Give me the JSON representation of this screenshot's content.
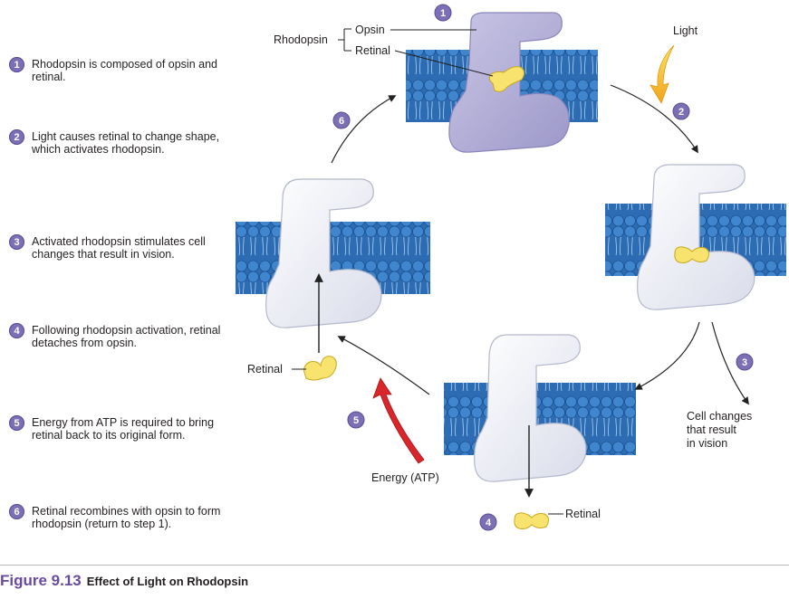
{
  "steps": [
    {
      "num": "1",
      "text": "Rhodopsin is composed of opsin and retinal."
    },
    {
      "num": "2",
      "text": "Light causes retinal to change shape, which activates rhodopsin."
    },
    {
      "num": "3",
      "text": "Activated rhodopsin stimulates cell changes that result in vision."
    },
    {
      "num": "4",
      "text": "Following rhodopsin activation, retinal detaches from opsin."
    },
    {
      "num": "5",
      "text": "Energy from ATP is required to bring retinal back to its original form."
    },
    {
      "num": "6",
      "text": "Retinal recombines with opsin to form rhodopsin (return to step 1)."
    }
  ],
  "diagram": {
    "labels": {
      "rhodopsin": "Rhodopsin",
      "opsin": "Opsin",
      "retinal_top": "Retinal",
      "light": "Light",
      "cell_changes_1": "Cell changes",
      "cell_changes_2": "that result",
      "cell_changes_3": "in vision",
      "retinal_bottom": "Retinal",
      "retinal_left": "Retinal",
      "energy": "Energy (ATP)"
    },
    "badges": {
      "b1": "1",
      "b2": "2",
      "b3": "3",
      "b4": "4",
      "b5": "5",
      "b6": "6"
    }
  },
  "caption": {
    "figure": "Figure 9.13",
    "title": "Effect of Light on Rhodopsin"
  },
  "colors": {
    "badge": "#7d6fb5",
    "membrane": "#2e6db3",
    "opsin_active": "#b8b5d8",
    "opsin_inactive": "#eef0f7",
    "retinal": "#f5e26a",
    "light_arrow": "#f2b41c",
    "energy_arrow": "#d8262b",
    "figure_label": "#6a4aa2"
  }
}
